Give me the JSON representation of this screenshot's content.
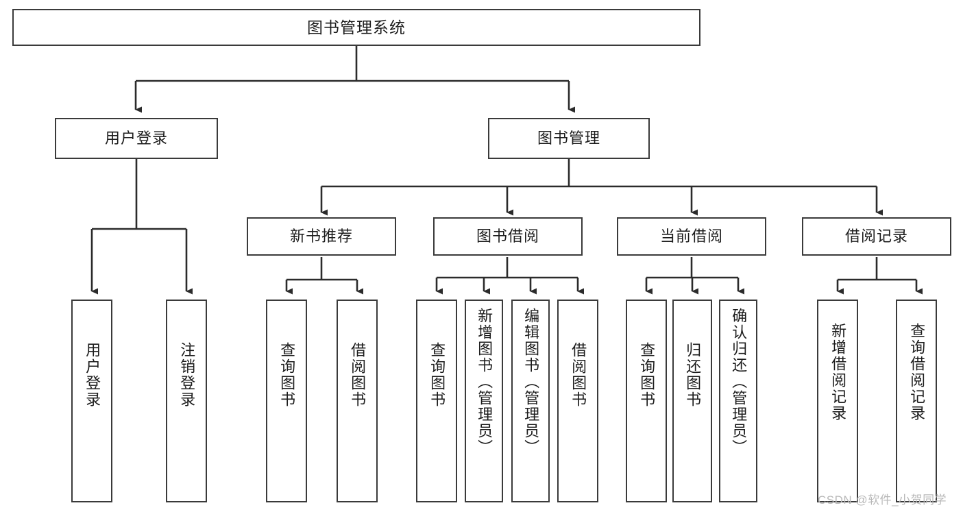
{
  "diagram": {
    "title": "图书管理系统",
    "type": "tree-hierarchy-chart",
    "orientation": "top-down",
    "colors": {
      "box_border": "#3a3a3a",
      "box_fill": "#ffffff",
      "connector": "#2b2b2b",
      "text": "#1c1c1c",
      "background": "#ffffff",
      "watermark": "#b9b9b9"
    },
    "root": {
      "id": "root",
      "label": "图书管理系统"
    },
    "level2": [
      {
        "id": "user-login",
        "label": "用户登录"
      },
      {
        "id": "book-manage",
        "label": "图书管理"
      }
    ],
    "level3": [
      {
        "id": "new-book-recommend",
        "label": "新书推荐",
        "parent": "book-manage"
      },
      {
        "id": "book-borrow",
        "label": "图书借阅",
        "parent": "book-manage"
      },
      {
        "id": "current-borrow",
        "label": "当前借阅",
        "parent": "book-manage"
      },
      {
        "id": "borrow-record",
        "label": "借阅记录",
        "parent": "book-manage"
      }
    ],
    "leaves": [
      {
        "id": "leaf-user-login",
        "label": "用户登录",
        "parent": "user-login"
      },
      {
        "id": "leaf-user-logout",
        "label": "注销登录",
        "parent": "user-login"
      },
      {
        "id": "leaf-query-book-1",
        "label": "查询图书",
        "parent": "new-book-recommend"
      },
      {
        "id": "leaf-borrow-book-1",
        "label": "借阅图书",
        "parent": "new-book-recommend"
      },
      {
        "id": "leaf-query-book-2",
        "label": "查询图书",
        "parent": "book-borrow"
      },
      {
        "id": "leaf-add-book",
        "label": "新增图书（管理员）",
        "parent": "book-borrow"
      },
      {
        "id": "leaf-edit-book",
        "label": "编辑图书（管理员）",
        "parent": "book-borrow"
      },
      {
        "id": "leaf-borrow-book-2",
        "label": "借阅图书",
        "parent": "book-borrow"
      },
      {
        "id": "leaf-query-book-3",
        "label": "查询图书",
        "parent": "current-borrow"
      },
      {
        "id": "leaf-return-book",
        "label": "归还图书",
        "parent": "current-borrow"
      },
      {
        "id": "leaf-confirm-return",
        "label": "确认归还（管理员）",
        "parent": "current-borrow"
      },
      {
        "id": "leaf-add-record",
        "label": "新增借阅记录",
        "parent": "borrow-record"
      },
      {
        "id": "leaf-query-record",
        "label": "查询借阅记录",
        "parent": "borrow-record"
      }
    ],
    "watermark": "CSDN @软件_小贺同学"
  }
}
